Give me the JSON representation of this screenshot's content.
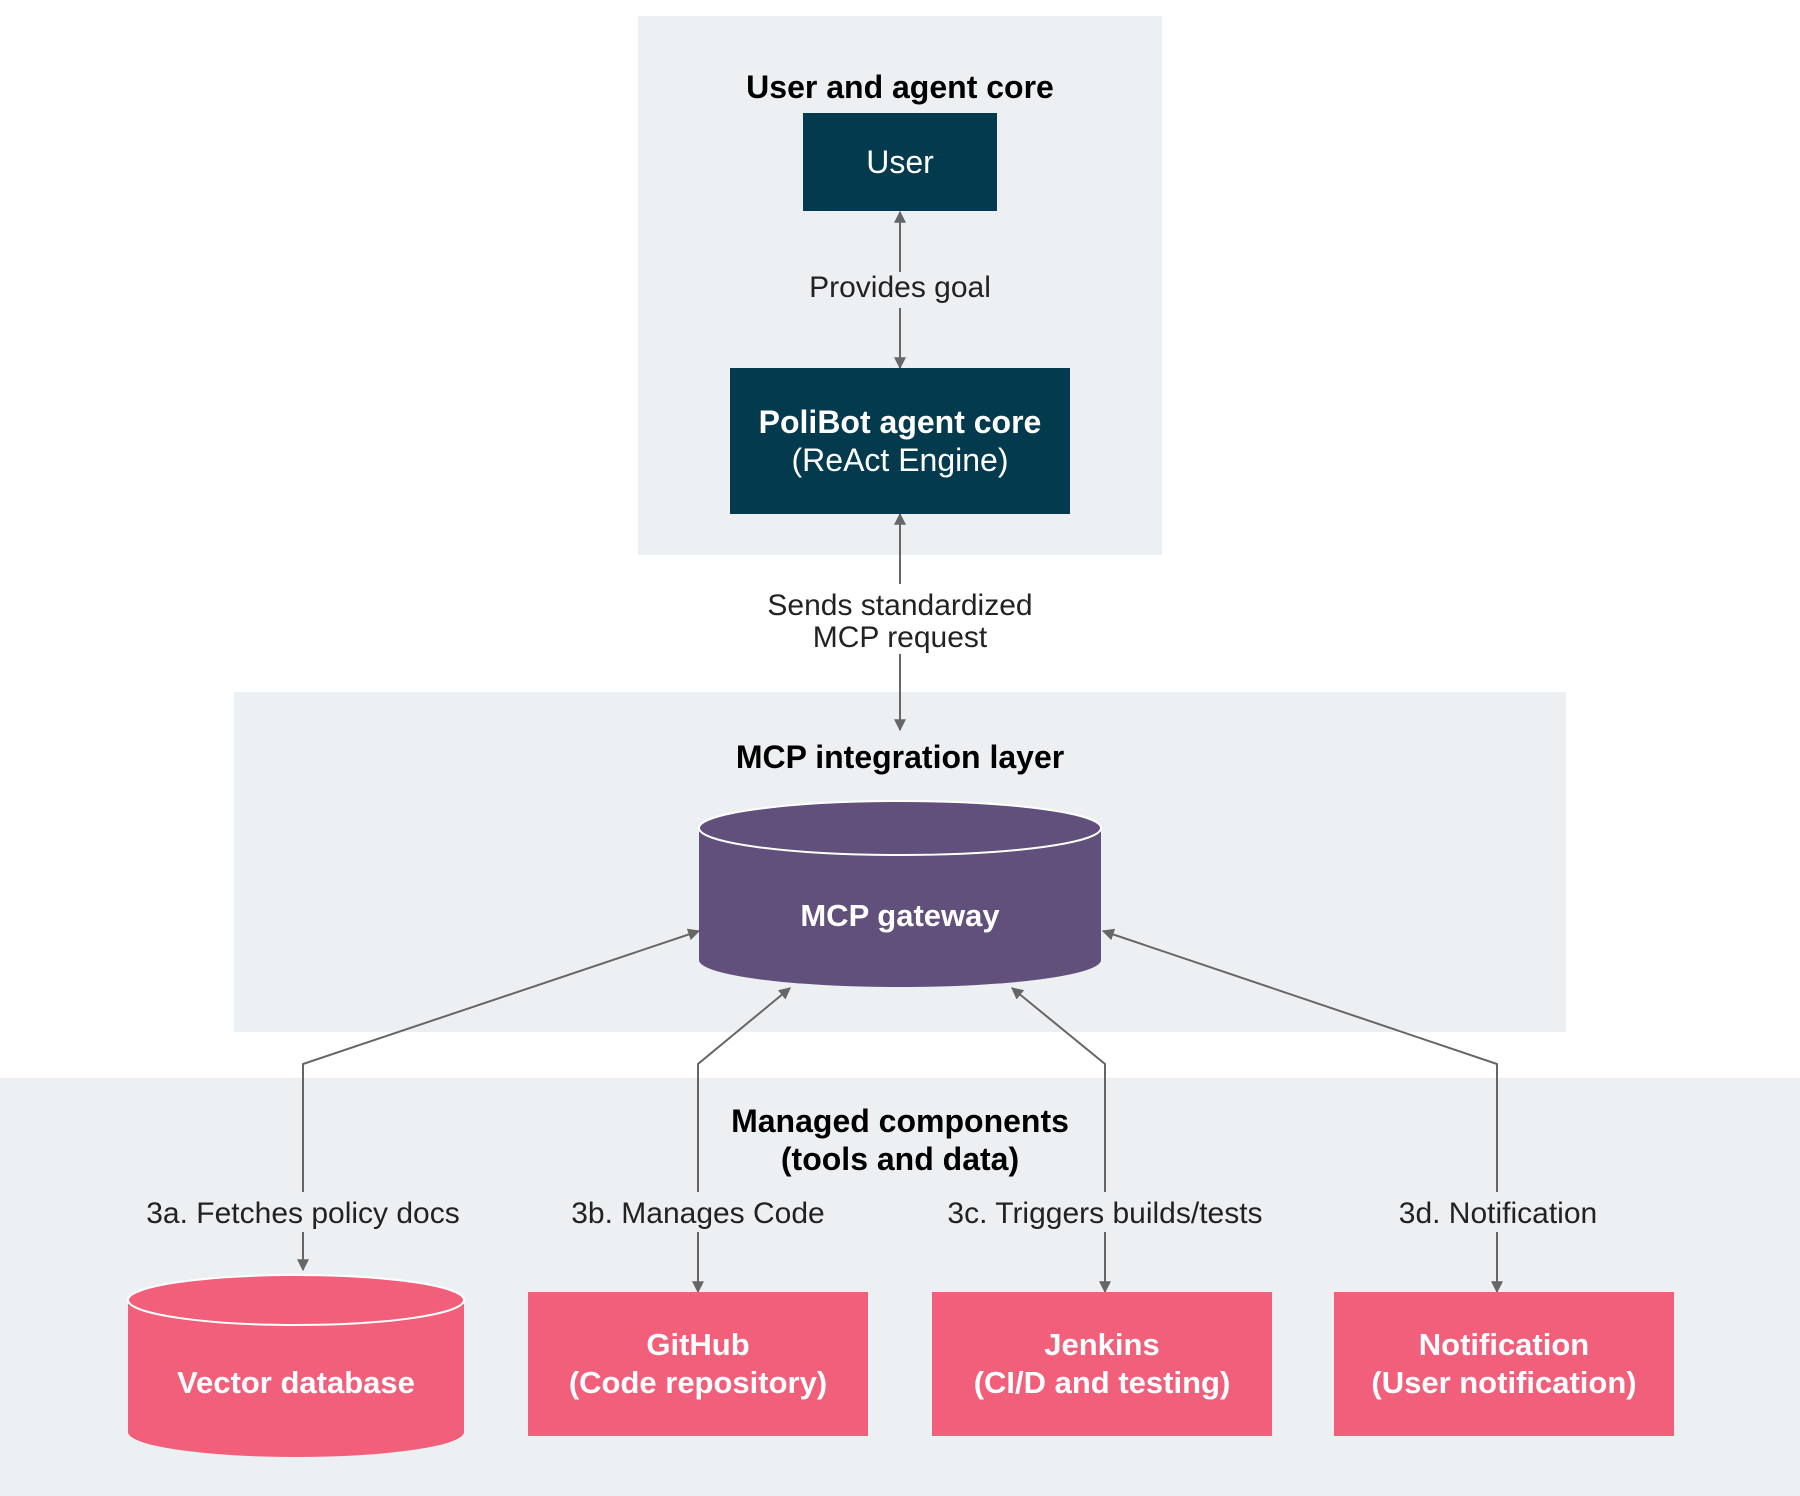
{
  "panels": {
    "core_title": "User and agent core",
    "mcp_title": "MCP integration layer",
    "managed_title_line1": "Managed components",
    "managed_title_line2": "(tools and data)"
  },
  "nodes": {
    "user": "User",
    "agent_title": "PoliBot agent core",
    "agent_subtitle": "(ReAct Engine)",
    "gateway": "MCP gateway",
    "vector_db": "Vector database",
    "github_title": "GitHub",
    "github_subtitle": "(Code repository)",
    "jenkins_title": "Jenkins",
    "jenkins_subtitle": "(CI/D and testing)",
    "notification_title": "Notification",
    "notification_subtitle": "(User notification)"
  },
  "edges": {
    "provides_goal": "Provides goal",
    "sends_line1": "Sends standardized",
    "sends_line2": "MCP request",
    "fetches": "3a. Fetches policy docs",
    "manages": "3b. Manages Code",
    "triggers": "3c. Triggers builds/tests",
    "notify": "3d. Notification"
  },
  "colors": {
    "panel": "#edf0f3",
    "dark_node": "#033a4d",
    "gateway": "#614f7c",
    "component": "#f25f7b",
    "arrow": "#666666"
  }
}
